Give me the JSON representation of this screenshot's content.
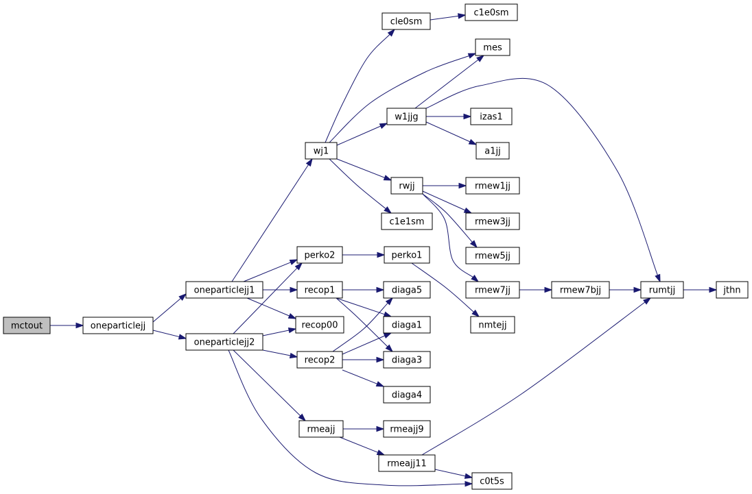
{
  "graph": {
    "nodes": [
      {
        "id": "mctout",
        "label": "mctout",
        "root": true
      },
      {
        "id": "oneparticlejj",
        "label": "oneparticlejj"
      },
      {
        "id": "oneparticlejj1",
        "label": "oneparticlejj1"
      },
      {
        "id": "oneparticlejj2",
        "label": "oneparticlejj2"
      },
      {
        "id": "wj1",
        "label": "wj1"
      },
      {
        "id": "perko2",
        "label": "perko2"
      },
      {
        "id": "recop1",
        "label": "recop1"
      },
      {
        "id": "recop00",
        "label": "recop00"
      },
      {
        "id": "recop2",
        "label": "recop2"
      },
      {
        "id": "rmeajj",
        "label": "rmeajj"
      },
      {
        "id": "cle0sm",
        "label": "cle0sm"
      },
      {
        "id": "w1jjg",
        "label": "w1jjg"
      },
      {
        "id": "rwjj",
        "label": "rwjj"
      },
      {
        "id": "c1e1sm",
        "label": "c1e1sm"
      },
      {
        "id": "perko1",
        "label": "perko1"
      },
      {
        "id": "diaga5",
        "label": "diaga5"
      },
      {
        "id": "diaga1",
        "label": "diaga1"
      },
      {
        "id": "diaga3",
        "label": "diaga3"
      },
      {
        "id": "diaga4",
        "label": "diaga4"
      },
      {
        "id": "rmeajj9",
        "label": "rmeajj9"
      },
      {
        "id": "rmeajj11",
        "label": "rmeajj11"
      },
      {
        "id": "c1e0sm",
        "label": "c1e0sm"
      },
      {
        "id": "mes",
        "label": "mes"
      },
      {
        "id": "izas1",
        "label": "izas1"
      },
      {
        "id": "a1jj",
        "label": "a1jj"
      },
      {
        "id": "rmew1jj",
        "label": "rmew1jj"
      },
      {
        "id": "rmew3jj",
        "label": "rmew3jj"
      },
      {
        "id": "rmew5jj",
        "label": "rmew5jj"
      },
      {
        "id": "rmew7jj",
        "label": "rmew7jj"
      },
      {
        "id": "nmtejj",
        "label": "nmtejj"
      },
      {
        "id": "c0t5s",
        "label": "c0t5s"
      },
      {
        "id": "rmew7bjj",
        "label": "rmew7bjj"
      },
      {
        "id": "rumtjj",
        "label": "rumtjj"
      },
      {
        "id": "jthn",
        "label": "jthn"
      }
    ],
    "edges": [
      [
        "mctout",
        "oneparticlejj"
      ],
      [
        "oneparticlejj",
        "oneparticlejj1"
      ],
      [
        "oneparticlejj",
        "oneparticlejj2"
      ],
      [
        "oneparticlejj1",
        "wj1"
      ],
      [
        "oneparticlejj1",
        "perko2"
      ],
      [
        "oneparticlejj1",
        "recop1"
      ],
      [
        "oneparticlejj1",
        "recop00"
      ],
      [
        "oneparticlejj2",
        "perko2"
      ],
      [
        "oneparticlejj2",
        "recop00"
      ],
      [
        "oneparticlejj2",
        "recop2"
      ],
      [
        "oneparticlejj2",
        "rmeajj"
      ],
      [
        "oneparticlejj2",
        "c0t5s"
      ],
      [
        "wj1",
        "cle0sm"
      ],
      [
        "wj1",
        "mes"
      ],
      [
        "wj1",
        "w1jjg"
      ],
      [
        "wj1",
        "rwjj"
      ],
      [
        "wj1",
        "c1e1sm"
      ],
      [
        "cle0sm",
        "c1e0sm"
      ],
      [
        "w1jjg",
        "mes"
      ],
      [
        "w1jjg",
        "izas1"
      ],
      [
        "w1jjg",
        "a1jj"
      ],
      [
        "w1jjg",
        "rumtjj"
      ],
      [
        "rwjj",
        "rmew1jj"
      ],
      [
        "rwjj",
        "rmew3jj"
      ],
      [
        "rwjj",
        "rmew5jj"
      ],
      [
        "rwjj",
        "rmew7jj"
      ],
      [
        "perko2",
        "perko1"
      ],
      [
        "perko1",
        "nmtejj"
      ],
      [
        "recop1",
        "diaga5"
      ],
      [
        "recop1",
        "diaga1"
      ],
      [
        "recop1",
        "diaga3"
      ],
      [
        "recop2",
        "diaga5"
      ],
      [
        "recop2",
        "diaga1"
      ],
      [
        "recop2",
        "diaga3"
      ],
      [
        "recop2",
        "diaga4"
      ],
      [
        "rmeajj",
        "rmeajj9"
      ],
      [
        "rmeajj",
        "rmeajj11"
      ],
      [
        "rmeajj11",
        "c0t5s"
      ],
      [
        "rmeajj11",
        "rumtjj"
      ],
      [
        "rmew7jj",
        "rmew7bjj"
      ],
      [
        "rmew7bjj",
        "rumtjj"
      ],
      [
        "rumtjj",
        "jthn"
      ]
    ]
  }
}
